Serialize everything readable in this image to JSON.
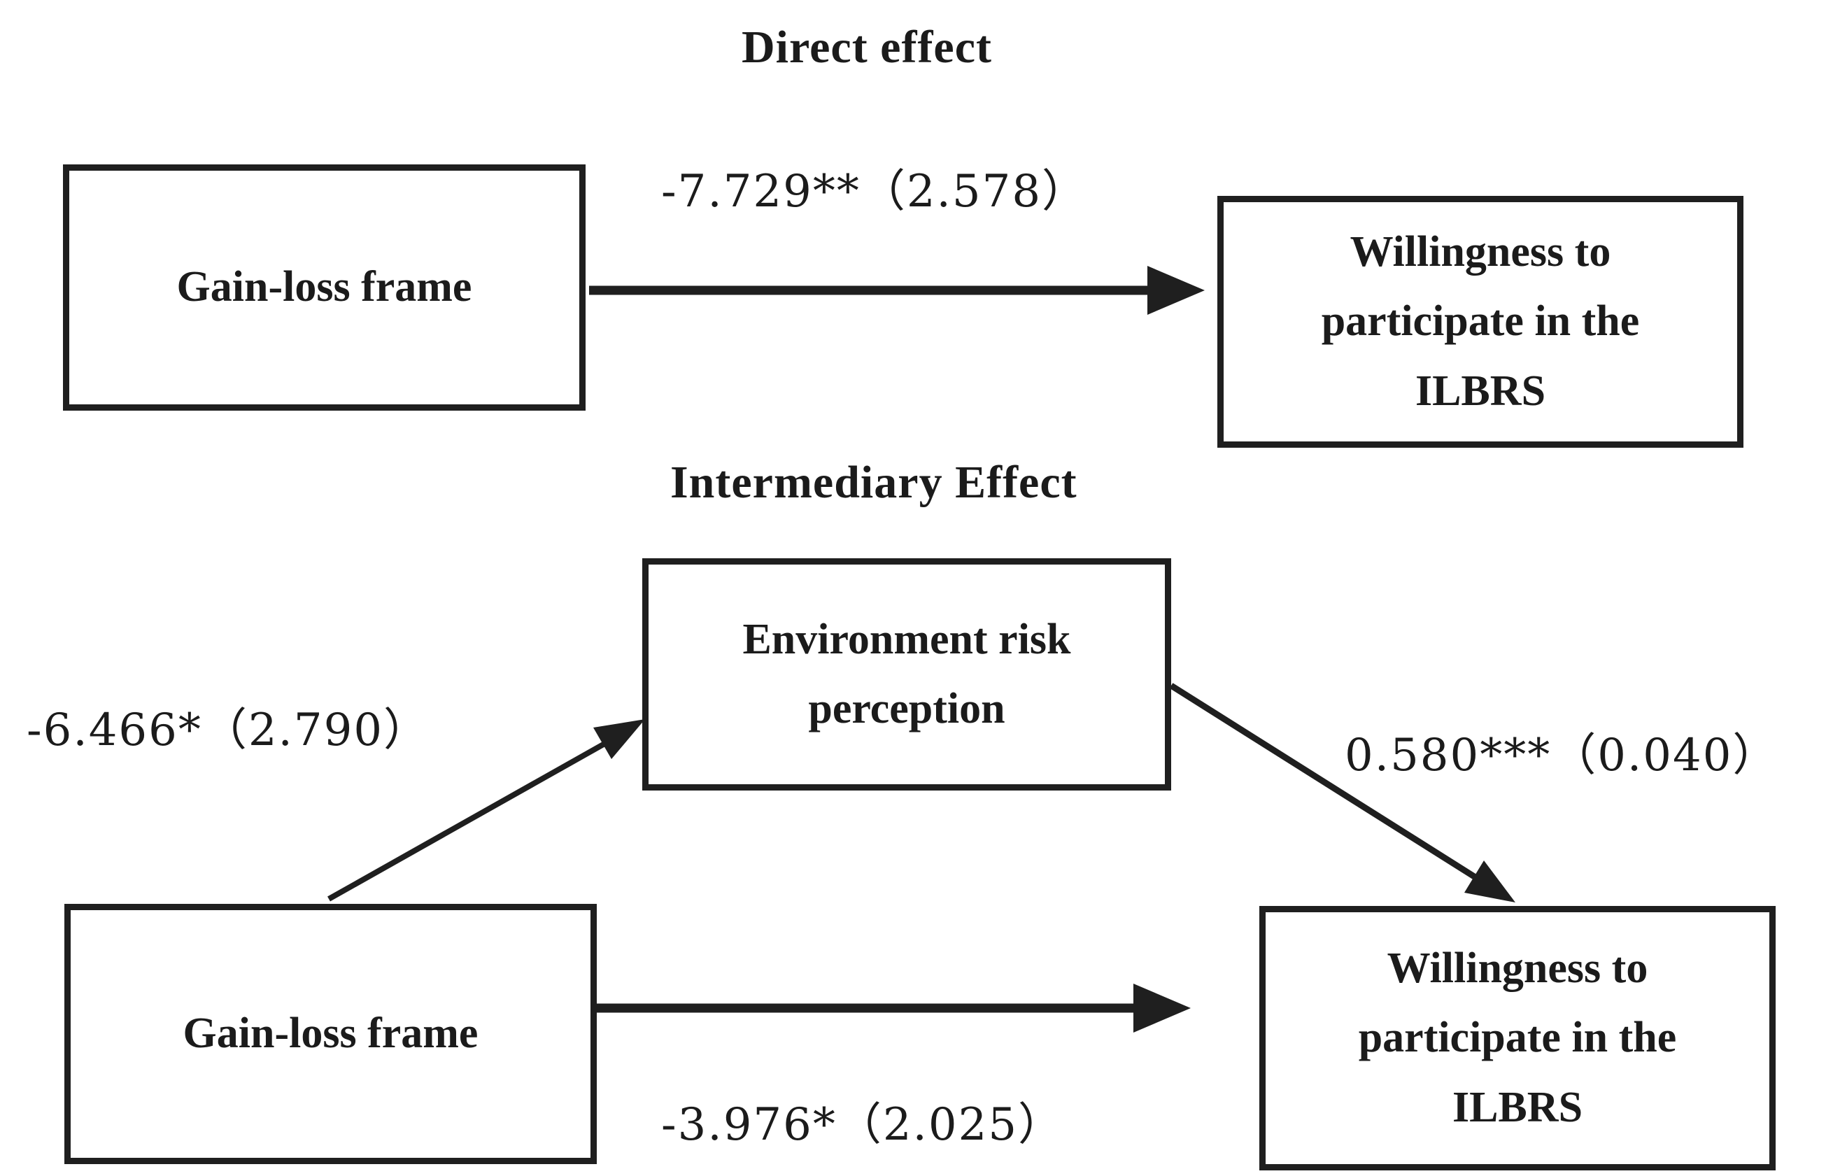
{
  "figure": {
    "background_color": "#ffffff",
    "ink_color": "#1f1f1f"
  },
  "titles": {
    "direct": "Direct effect",
    "intermediary": "Intermediary Effect"
  },
  "nodes": {
    "gain_loss_top": {
      "label": "Gain-loss frame"
    },
    "willingness_top": {
      "label": "Willingness to participate in the ILBRS"
    },
    "env_risk": {
      "label": "Environment risk perception"
    },
    "gain_loss_bottom": {
      "label": "Gain-loss frame"
    },
    "willingness_bottom": {
      "label": "Willingness to participate in the ILBRS"
    }
  },
  "paths": {
    "direct": {
      "from": "Gain-loss frame",
      "to": "Willingness to participate in the ILBRS",
      "label": "-7.729**（2.578）"
    },
    "a_to_mediator": {
      "from": "Gain-loss frame",
      "to": "Environment risk perception",
      "label": "-6.466*（2.790）"
    },
    "b_from_mediator": {
      "from": "Environment risk perception",
      "to": "Willingness to participate in the ILBRS",
      "label": "0.580***（0.040）"
    },
    "c_prime": {
      "from": "Gain-loss frame",
      "to": "Willingness to participate in the ILBRS",
      "label": "-3.976*（2.025）"
    }
  }
}
